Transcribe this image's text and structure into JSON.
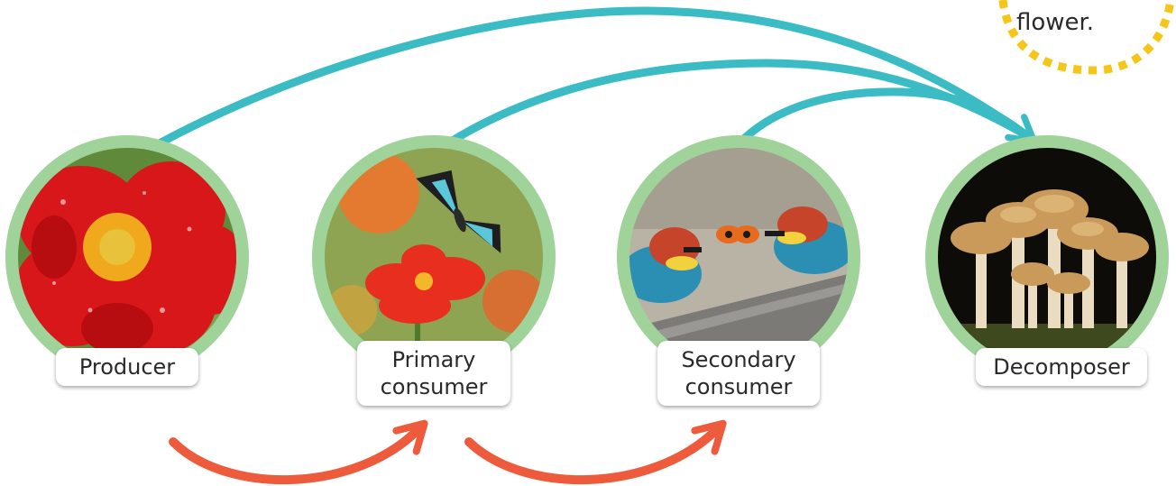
{
  "sun_note": {
    "text": "flower."
  },
  "nodes": [
    {
      "label": "Producer",
      "photo": "red nasturtium flower with raindrops"
    },
    {
      "label_line1": "Primary",
      "label_line2": "consumer",
      "photo": "butterfly feeding on orange flower"
    },
    {
      "label_line1": "Secondary",
      "label_line2": "consumer",
      "photo": "two bee-eater birds passing a butterfly"
    },
    {
      "label": "Decomposer",
      "photo": "cluster of brown mushrooms"
    }
  ],
  "colors": {
    "ring": "#9fd39a",
    "decomposer_arrows": "#3bbcc4",
    "feeding_arrows": "#ee5a3c",
    "sun_dashes": "#f5c518"
  }
}
